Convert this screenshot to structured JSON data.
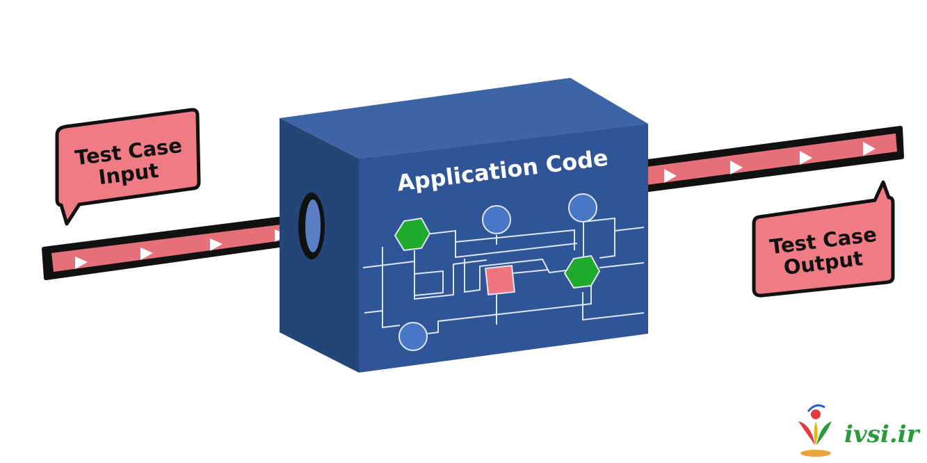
{
  "labels": {
    "input_line1": "Test Case",
    "input_line2": "Input",
    "output_line1": "Test Case",
    "output_line2": "Output",
    "box_title": "Application Code"
  },
  "watermark": {
    "text": "ivsi.ir"
  },
  "colors": {
    "pipe_fill": "#e5707a",
    "pipe_outline": "#111111",
    "bubble_fill": "#ef7c84",
    "box_front": "#2f5596",
    "box_top": "#3d64a4",
    "box_side": "#244577",
    "node_circle": "#4a76c6",
    "node_hexagon": "#1faa2e",
    "node_square": "#ef7681",
    "watermark": "#2a9a3a"
  }
}
